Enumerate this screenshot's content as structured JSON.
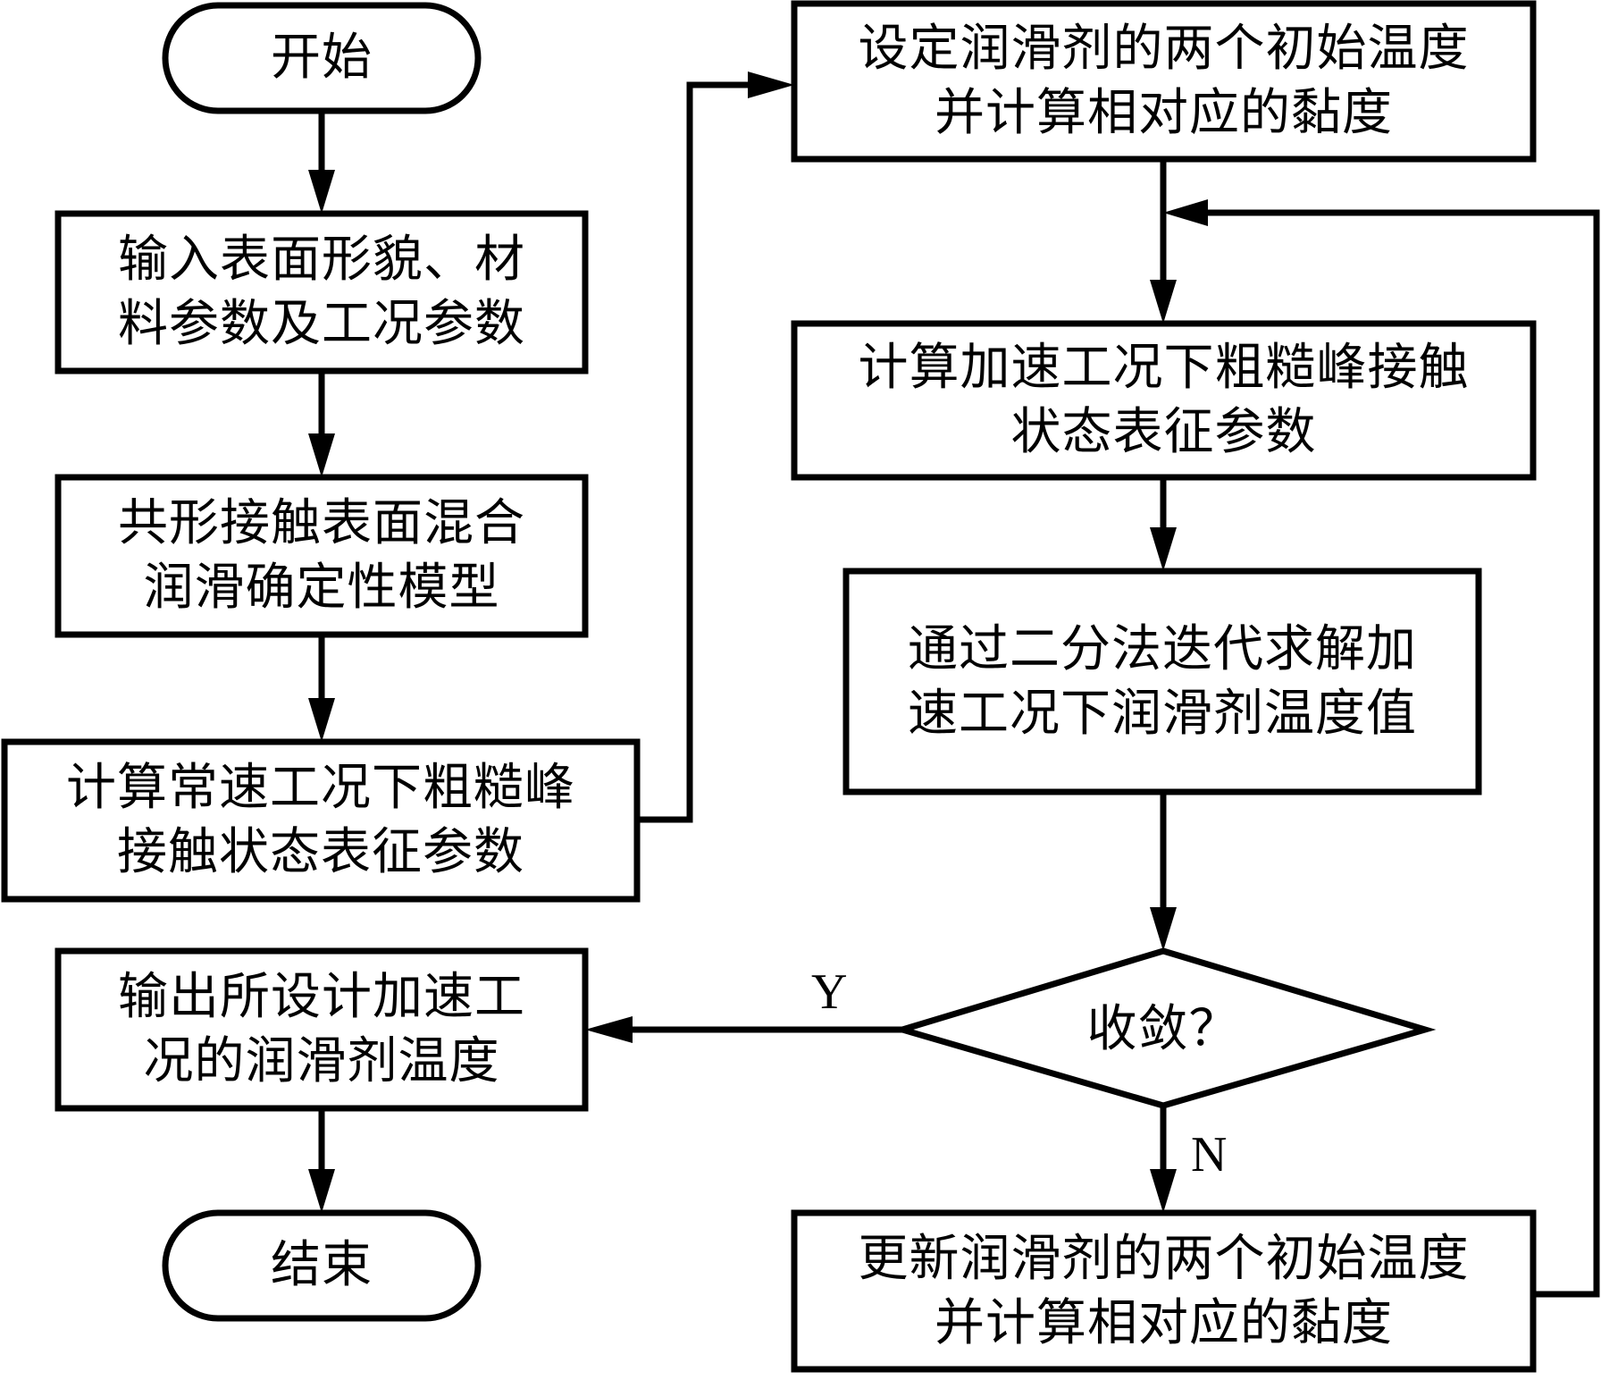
{
  "diagram": {
    "type": "flowchart",
    "nodes": {
      "start": {
        "kind": "terminator",
        "lines": [
          "开始"
        ]
      },
      "input": {
        "kind": "process",
        "lines": [
          "输入表面形貌、材",
          "料参数及工况参数"
        ]
      },
      "model": {
        "kind": "process",
        "lines": [
          "共形接触表面混合",
          "润滑确定性模型"
        ]
      },
      "const_speed": {
        "kind": "process",
        "lines": [
          "计算常速工况下粗糙峰",
          "接触状态表征参数"
        ]
      },
      "output": {
        "kind": "process",
        "lines": [
          "输出所设计加速工",
          "况的润滑剂温度"
        ]
      },
      "end": {
        "kind": "terminator",
        "lines": [
          "结束"
        ]
      },
      "set_temp": {
        "kind": "process",
        "lines": [
          "设定润滑剂的两个初始温度",
          "并计算相对应的黏度"
        ]
      },
      "accel_contact": {
        "kind": "process",
        "lines": [
          "计算加速工况下粗糙峰接触",
          "状态表征参数"
        ]
      },
      "bisection": {
        "kind": "process",
        "lines": [
          "通过二分法迭代求解加",
          "速工况下润滑剂温度值"
        ]
      },
      "converge": {
        "kind": "decision",
        "lines": [
          "收敛？"
        ]
      },
      "update_temp": {
        "kind": "process",
        "lines": [
          "更新润滑剂的两个初始温度",
          "并计算相对应的黏度"
        ]
      }
    },
    "edges": [
      {
        "from": "start",
        "to": "input",
        "label": ""
      },
      {
        "from": "input",
        "to": "model",
        "label": ""
      },
      {
        "from": "model",
        "to": "const_speed",
        "label": ""
      },
      {
        "from": "const_speed",
        "to": "set_temp",
        "label": ""
      },
      {
        "from": "set_temp",
        "to": "accel_contact",
        "label": ""
      },
      {
        "from": "accel_contact",
        "to": "bisection",
        "label": ""
      },
      {
        "from": "bisection",
        "to": "converge",
        "label": ""
      },
      {
        "from": "converge",
        "to": "output",
        "label": "Y"
      },
      {
        "from": "converge",
        "to": "update_temp",
        "label": "N"
      },
      {
        "from": "update_temp",
        "to": "accel_contact",
        "label": ""
      },
      {
        "from": "output",
        "to": "end",
        "label": ""
      }
    ],
    "edge_labels": {
      "yes": "Y",
      "no": "N"
    }
  }
}
